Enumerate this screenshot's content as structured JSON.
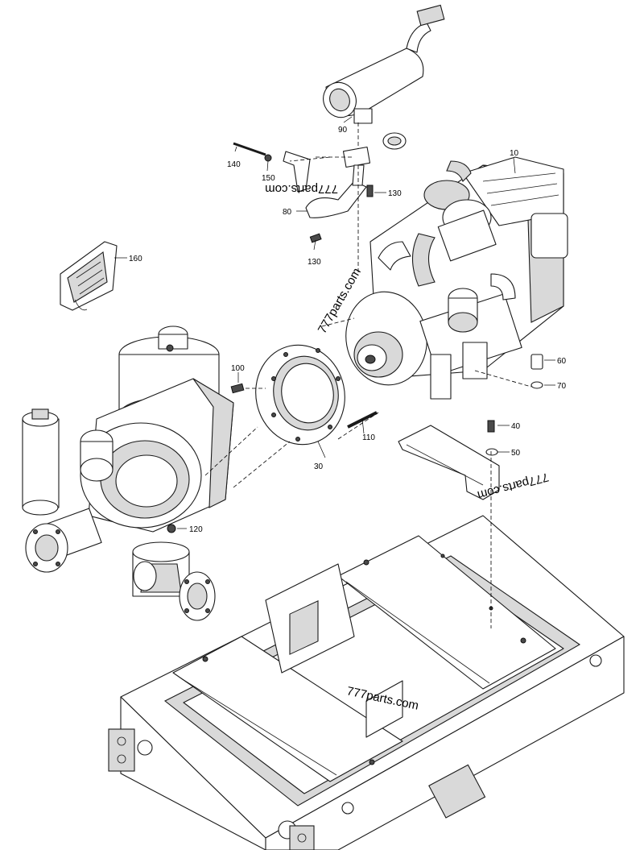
{
  "callouts": {
    "c10": "10",
    "c30": "30",
    "c40": "40",
    "c50": "50",
    "c60": "60",
    "c70": "70",
    "c80": "80",
    "c90": "90",
    "c100": "100",
    "c110": "110",
    "c120": "120",
    "c130a": "130",
    "c130b": "130",
    "c140": "140",
    "c150": "150",
    "c160": "160"
  },
  "watermarks": {
    "wm1": "777parts.com",
    "wm2": "777parts.com",
    "wm3": "777parts.com",
    "wm4": "777parts.com"
  },
  "colors": {
    "line": "#1a1a1a",
    "fill_light": "#ffffff",
    "fill_grey": "#d9d9d9",
    "fill_dark": "#4a4a4a"
  }
}
